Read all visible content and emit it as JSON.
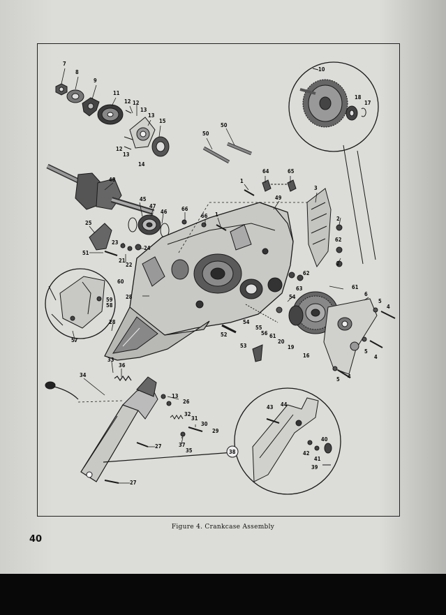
{
  "figure": {
    "caption": "Figure 4. Crankcase Assembly",
    "page_number": "40"
  },
  "callouts": {
    "n1": "1",
    "n2": "2",
    "n3": "3",
    "n4": "4",
    "n5": "5",
    "n6": "6",
    "n7": "7",
    "n8": "8",
    "n9": "9",
    "n10": "10",
    "n11": "11",
    "n12": "12",
    "n13": "13",
    "n14": "14",
    "n15": "15",
    "n16": "16",
    "n17": "17",
    "n18": "18",
    "n19": "19",
    "n20": "20",
    "n21": "21",
    "n22": "22",
    "n23": "23",
    "n24": "24",
    "n25": "25",
    "n26": "26",
    "n27": "27",
    "n28": "28",
    "n29": "29",
    "n30": "30",
    "n31": "31",
    "n32": "32",
    "n33": "33",
    "n34": "34",
    "n35": "35",
    "n36": "36",
    "n37": "37",
    "n38": "38",
    "n39": "39",
    "n40": "40",
    "n41": "41",
    "n42": "42",
    "n43": "43",
    "n44": "44",
    "n45": "45",
    "n46": "46",
    "n47": "47",
    "n48": "48",
    "n49": "49",
    "n50": "50",
    "n51": "51",
    "n52": "52",
    "n53": "53",
    "n54": "54",
    "n55": "55",
    "n56": "56",
    "n57": "57",
    "n58": "58",
    "n59": "59",
    "n60": "60",
    "n61": "61",
    "n62": "62",
    "n63": "63",
    "n64": "64",
    "n65": "65",
    "n66": "66"
  }
}
